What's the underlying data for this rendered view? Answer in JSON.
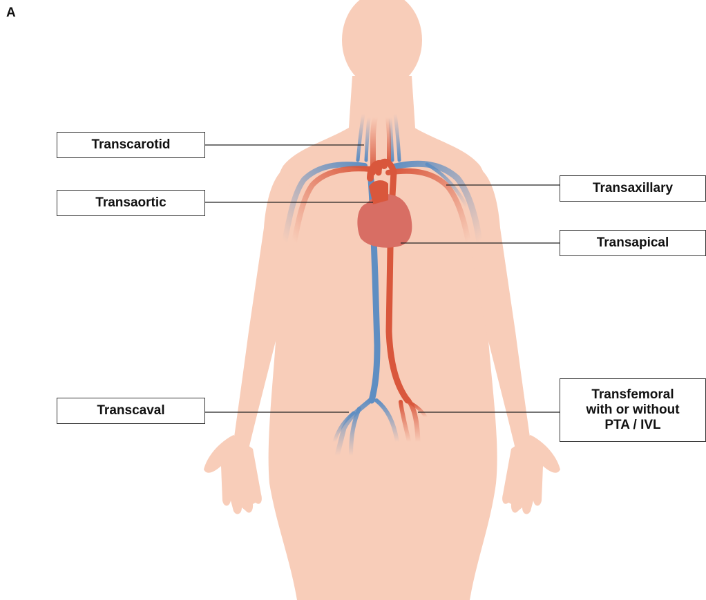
{
  "figure": {
    "panel_letter": "A",
    "colors": {
      "background": "#ffffff",
      "body": "#f8cdb9",
      "artery": "#d9573c",
      "vein": "#5f8ec2",
      "heart": "#d86e64",
      "leader_line": "#222222",
      "box_border": "#333333"
    },
    "labels": {
      "transcarotid": "Transcarotid",
      "transaortic": "Transaortic",
      "transcaval": "Transcaval",
      "transaxillary": "Transaxillary",
      "transapical": "Transapical",
      "transfemoral": "Transfemoral\nwith or without\nPTA / IVL"
    }
  }
}
